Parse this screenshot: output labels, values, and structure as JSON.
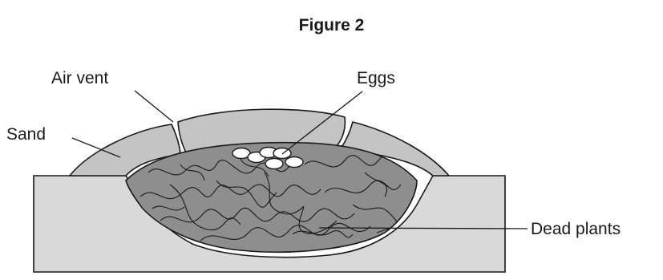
{
  "figure": {
    "title": "Figure 2",
    "labels": {
      "air_vent": "Air vent",
      "sand": "Sand",
      "eggs": "Eggs",
      "dead_plants": "Dead plants"
    }
  },
  "colors": {
    "ground": "#d9d9d9",
    "sand_mound": "#c4c4c4",
    "dead_plants_mass": "#8e8e8e",
    "eggs": "#ffffff",
    "outline": "#1a1a1a"
  }
}
